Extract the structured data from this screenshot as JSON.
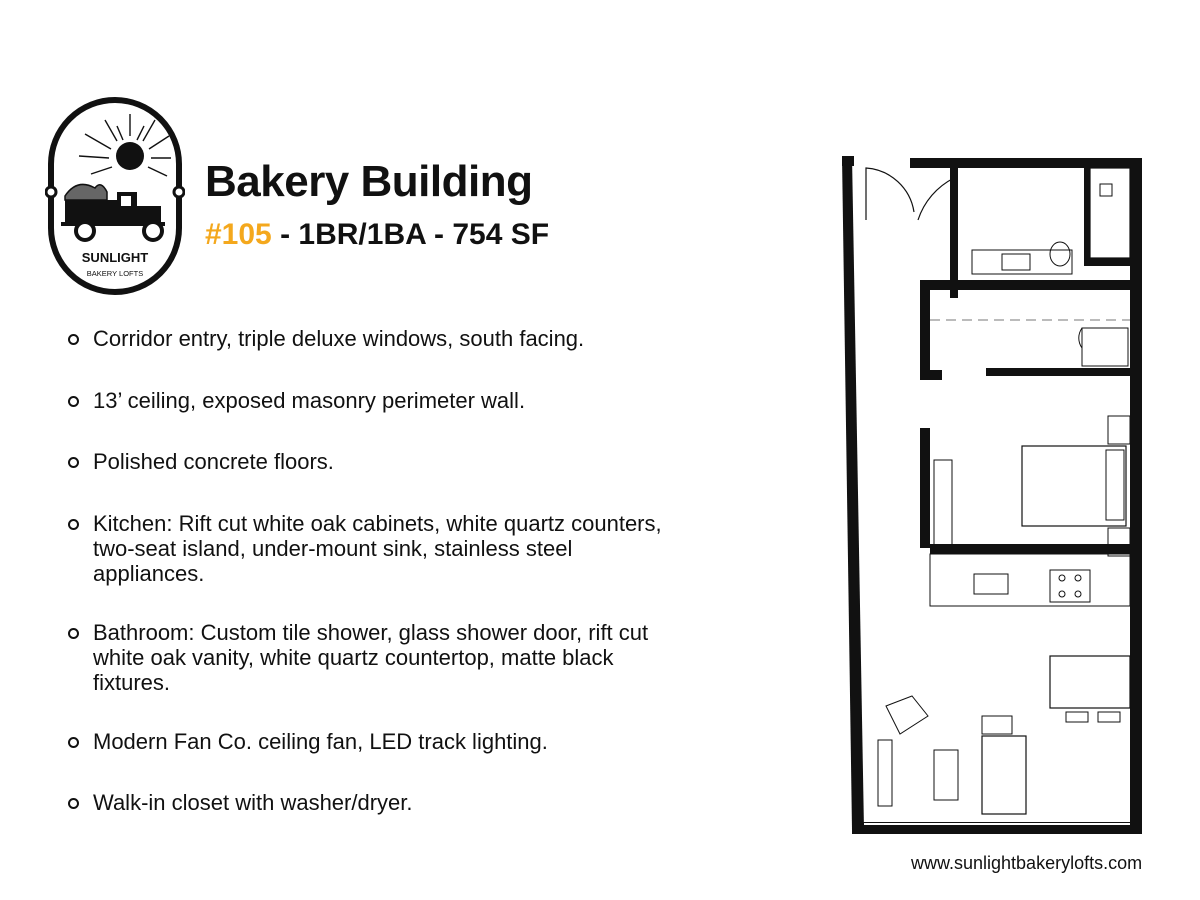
{
  "logo": {
    "name": "SUNLIGHT",
    "tagline": "BAKERY LOFTS"
  },
  "header": {
    "title": "Bakery Building",
    "unit_number": "#105",
    "unit_details": " - 1BR/1BA - 754 SF"
  },
  "features": [
    "Corridor entry, triple deluxe windows, south facing.",
    "13’ ceiling, exposed masonry perimeter wall.",
    "Polished concrete floors.",
    "Kitchen:  Rift cut white oak cabinets, white quartz counters, two-seat island, under-mount sink, stainless steel appliances.",
    "Bathroom:  Custom tile shower, glass shower door, rift cut white oak vanity, white quartz countertop, matte black fixtures.",
    "Modern Fan Co. ceiling fan, LED track lighting.",
    "Walk-in closet with washer/dryer."
  ],
  "footer": {
    "website": "www.sunlightbakerylofts.com"
  },
  "colors": {
    "accent": "#f4a81d",
    "text": "#111111"
  }
}
